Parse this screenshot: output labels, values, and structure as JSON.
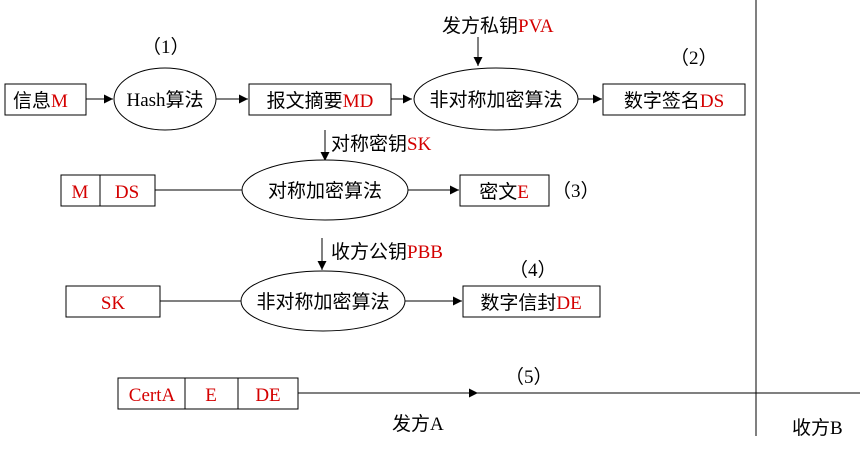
{
  "colors": {
    "line": "#000000",
    "text": "#000000",
    "highlight": "#d40000"
  },
  "step1": {
    "label": "（1）",
    "input": {
      "prefix": "信息",
      "var": "M"
    },
    "hash": "Hash算法",
    "digest": {
      "prefix": "报文摘要",
      "var": "MD"
    },
    "key": {
      "prefix": "发方私钥",
      "var": "PVA"
    },
    "asym": "非对称加密算法"
  },
  "step2": {
    "label": "（2）",
    "signature": {
      "prefix": "数字签名",
      "var": "DS"
    }
  },
  "step3": {
    "label": "（3）",
    "key": {
      "prefix": "对称密钥",
      "var": "SK"
    },
    "input_cells": [
      "M",
      "DS"
    ],
    "sym": "对称加密算法",
    "output": {
      "prefix": "密文",
      "var": "E"
    }
  },
  "step4": {
    "label": "（4）",
    "key": {
      "prefix": "收方公钥",
      "var": "PBB"
    },
    "input": "SK",
    "asym": "非对称加密算法",
    "output": {
      "prefix": "数字信封",
      "var": "DE"
    }
  },
  "step5": {
    "label": "（5）",
    "cells": [
      "CertA",
      "E",
      "DE"
    ]
  },
  "sender": "发方A",
  "receiver": "收方B"
}
